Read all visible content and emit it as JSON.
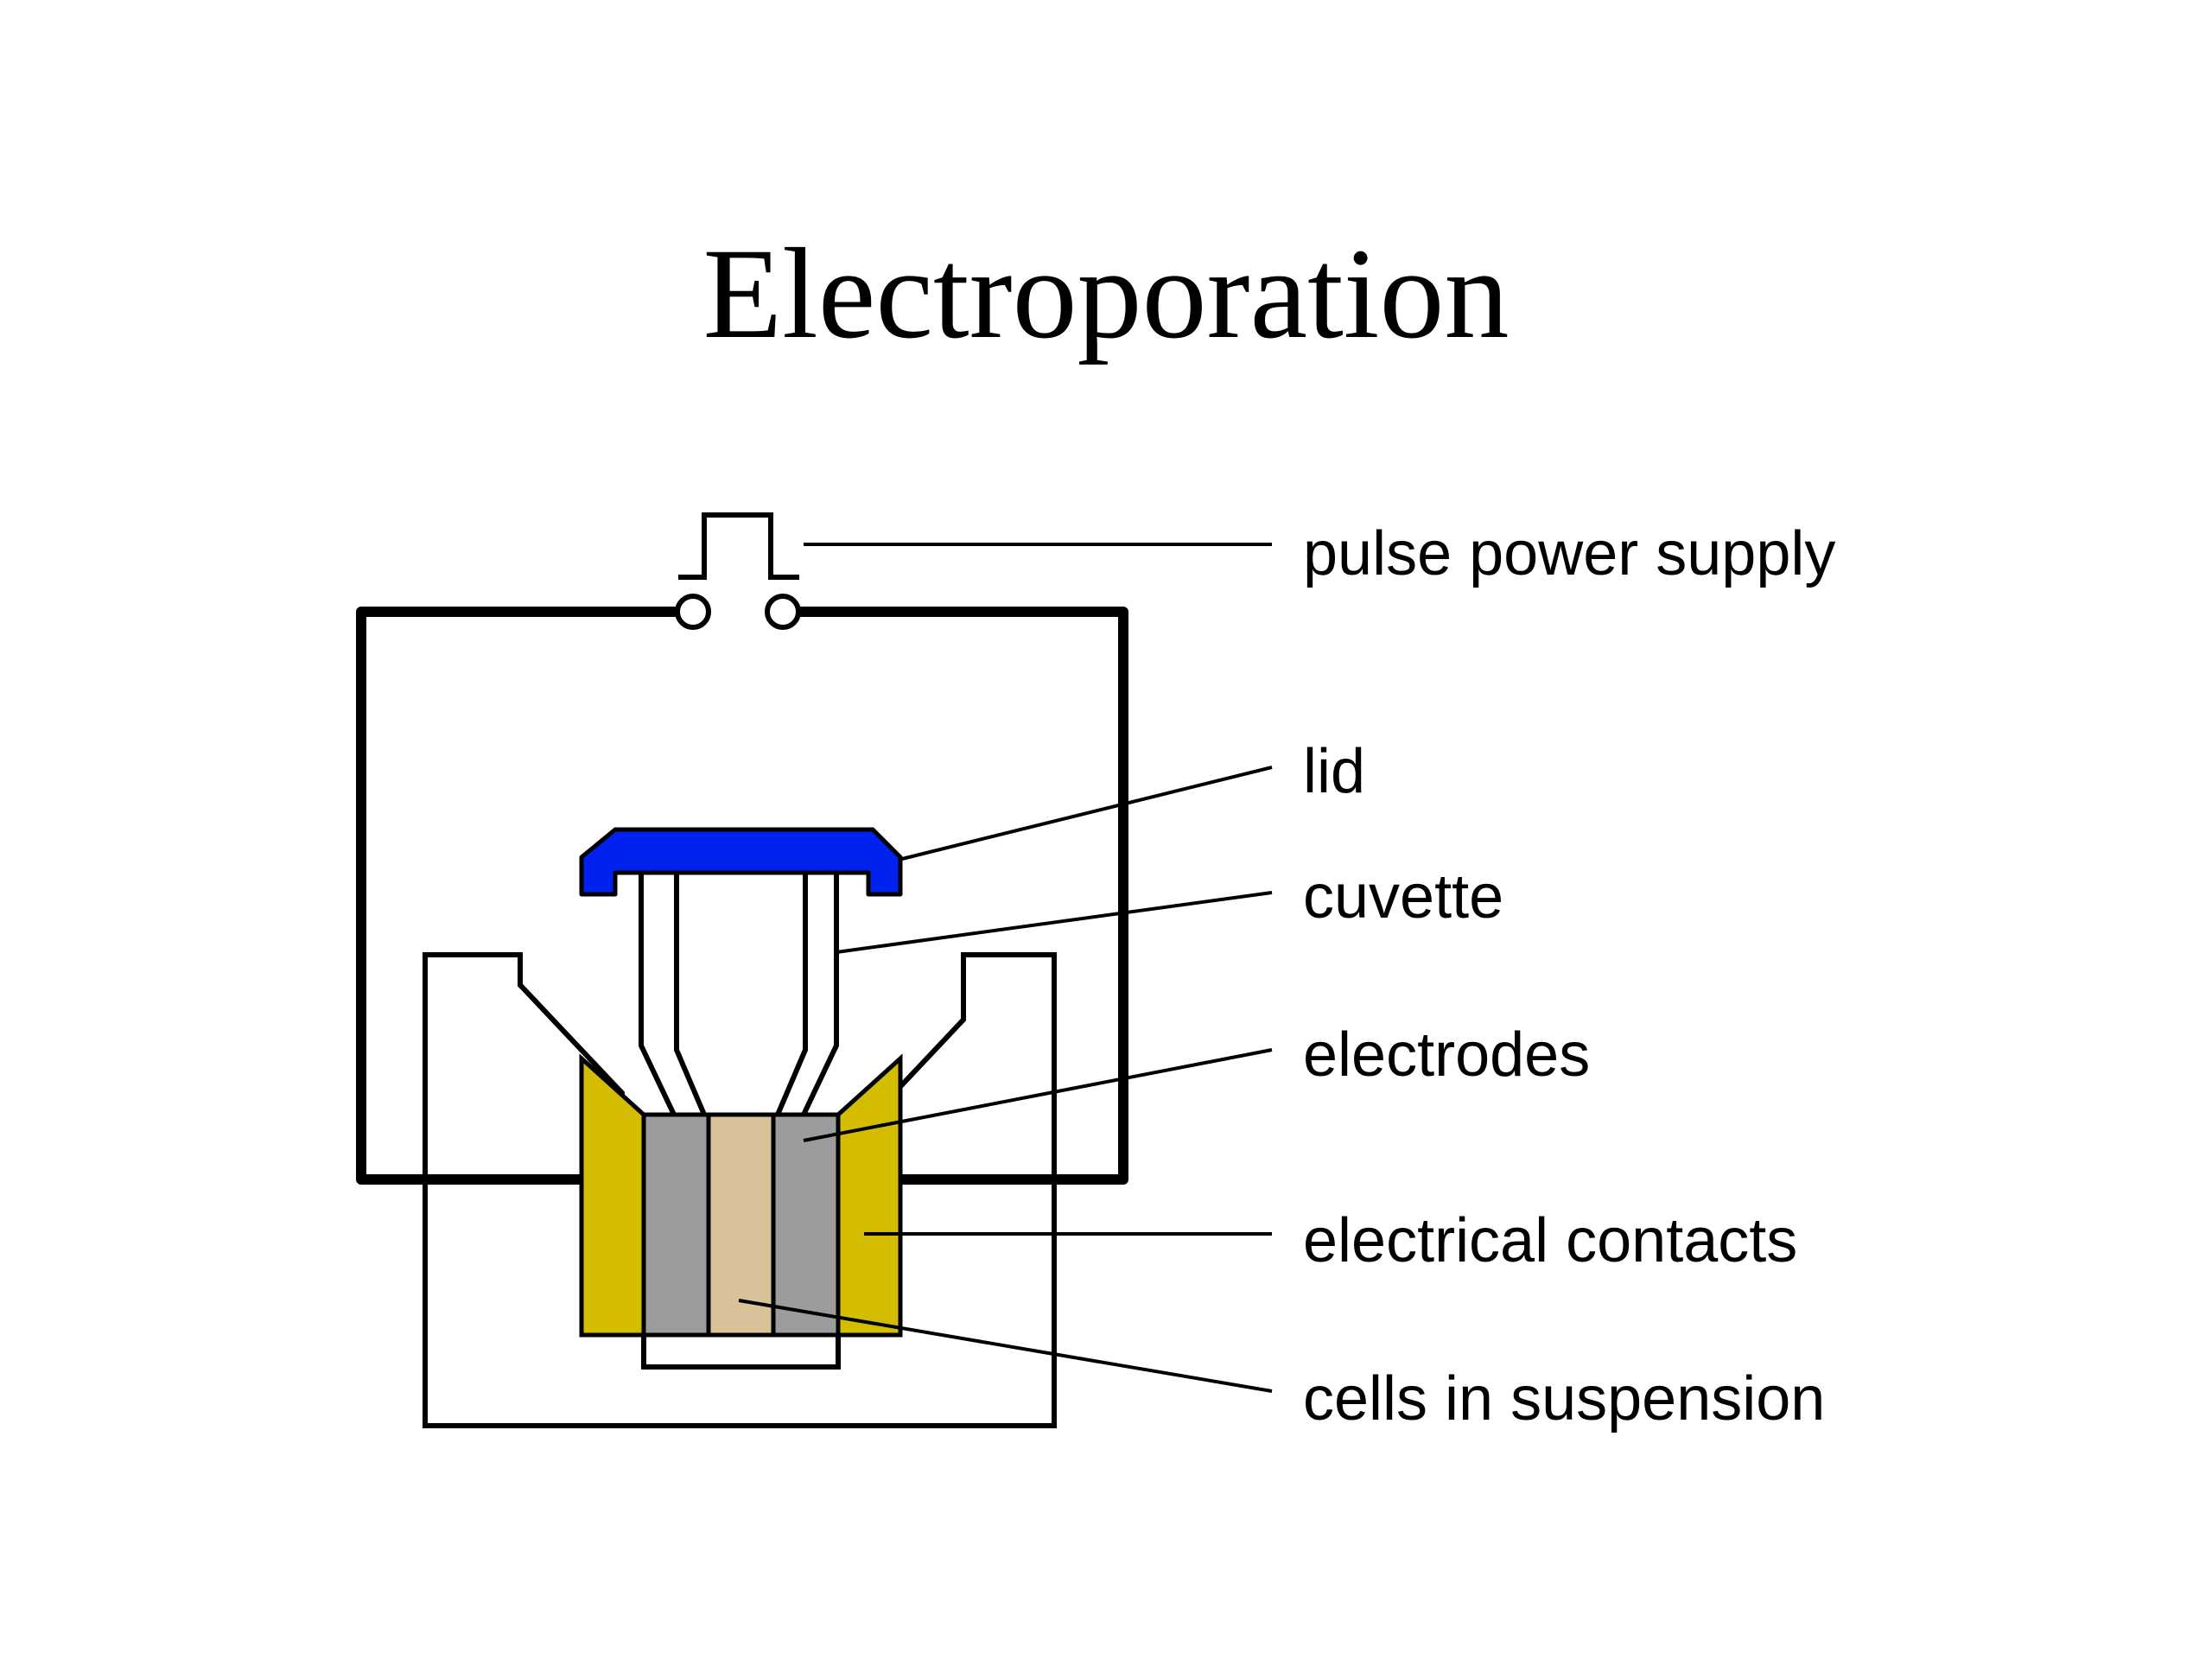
{
  "title": "Electroporation",
  "labels": {
    "pulse_power_supply": "pulse power supply",
    "lid": "lid",
    "cuvette": "cuvette",
    "electrodes": "electrodes",
    "electrical_contacts": "electrical contacts",
    "cells_in_suspension": "cells in suspension"
  },
  "colors": {
    "lid": "#0022ee",
    "electrical_contacts": "#d4bd00",
    "electrodes": "#9c9c9c",
    "cells_in_suspension": "#d7c29a",
    "lines": "#000000"
  }
}
